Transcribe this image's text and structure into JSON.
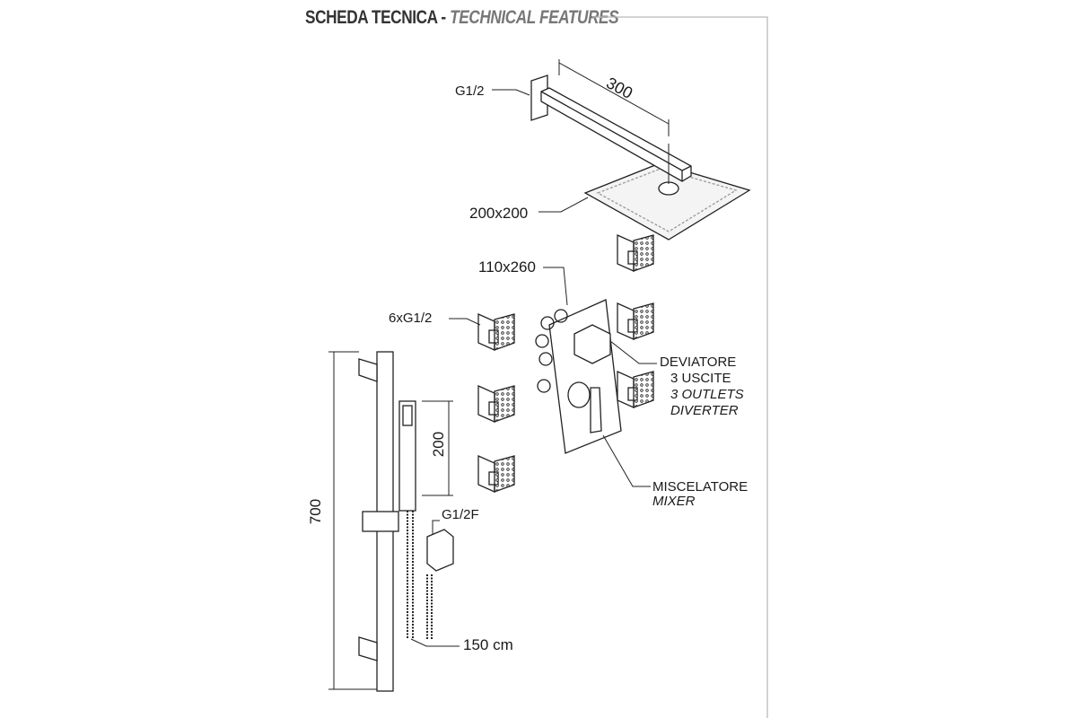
{
  "header": {
    "title": "SCHEDA TECNICA",
    "separator": " - ",
    "subtitle": "TECHNICAL FEATURES"
  },
  "labels": {
    "arm_connection": "G1/2",
    "arm_length": "300",
    "head_size": "200x200",
    "valve_plate": "110x260",
    "jets": "6xG1/2",
    "diverter_it": "DEVIATORE",
    "diverter_outlets_it": "3 USCITE",
    "diverter_outlets_en": "3 OUTLETS",
    "diverter_en": "DIVERTER",
    "mixer_it": "MISCELATORE",
    "mixer_en": "MIXER",
    "outlet_connection": "G1/2F",
    "hose_length": "150 cm",
    "bar_length": "700",
    "handshower_length": "200"
  }
}
